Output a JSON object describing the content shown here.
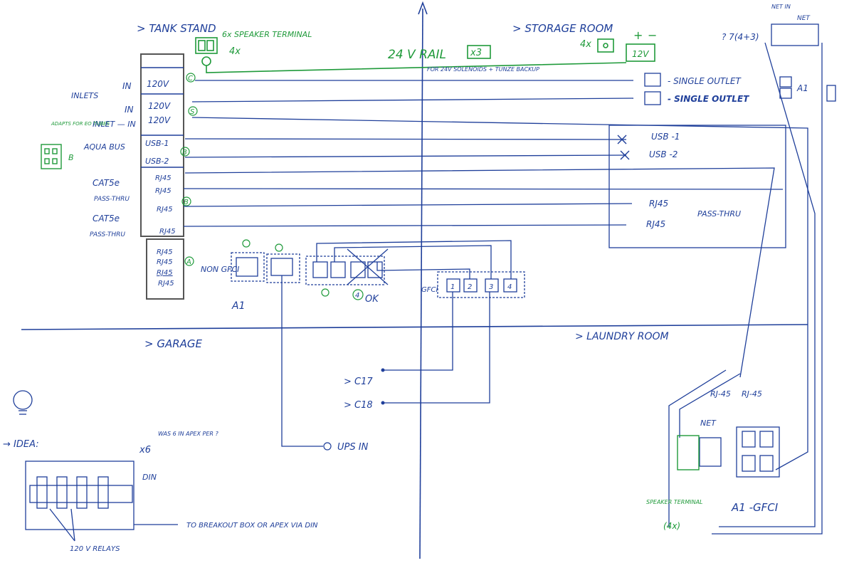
{
  "colors": {
    "ink_blue": "#1f3f9a",
    "ink_green": "#1f9a3a",
    "paper": "#ffffff"
  },
  "sections": {
    "tank_stand": "> TANK   STAND",
    "storage_room": "> STORAGE  ROOM",
    "garage": "> GARAGE",
    "laundry_room": "> LAUNDRY  ROOM"
  },
  "rail": {
    "label": "24 V  RAIL",
    "multiplier": "x3",
    "note": "FOR 24V SOLENOIDS + TUNZE BACKUP",
    "speaker_terminal": "6x SPEAKER TERMINAL",
    "speaker_count": "4x",
    "green_count": "4x",
    "psu_label": "12V",
    "plus": "+",
    "minus": "−"
  },
  "left_labels": {
    "inlets": "INLETS",
    "in_1": "IN",
    "in_2": "IN",
    "inlet_in": "INLET — IN",
    "aqua_bus": "AQUA BUS",
    "cat5e_1": "CAT5e",
    "pass_thru_1": "PASS-THRU",
    "cat5e_2": "CAT5e",
    "pass_thru_2": "PASS-THRU",
    "green_note": "ADAPTS FOR EO TUBES",
    "green_b": "B"
  },
  "panel_ports": [
    "120V",
    "120V",
    "120V",
    "USB-1",
    "USB-2",
    "RJ45",
    "RJ45",
    "RJ45",
    "RJ45"
  ],
  "lower_panel_ports": [
    "RJ45",
    "RJ45",
    "RJ45",
    "RJ45"
  ],
  "circle_marks": {
    "c": "C",
    "s": "S",
    "b": "B",
    "a": "A"
  },
  "outlets": {
    "non_gfci": "NON GFCI",
    "a1": "A1",
    "ok": "OK",
    "gfci": "GFCI",
    "gfci_ports": [
      "1",
      "2",
      "3",
      "4"
    ],
    "four_mark": "4"
  },
  "right_labels": {
    "single_outlet_1": "- SINGLE OUTLET",
    "single_outlet_2": "- SINGLE OUTLET",
    "usb_1": "USB -1",
    "usb_2": "USB -2",
    "rj45_1": "RJ45",
    "rj45_2": "RJ45",
    "pass_thru": "PASS-THRU",
    "net": "NET",
    "net_in": "NET IN",
    "question": "? 7(4+3)",
    "a1": "A1"
  },
  "circuits": {
    "c17": "> C17",
    "c18": "> C18",
    "ups_in": "UPS IN"
  },
  "laundry": {
    "rj45_a": "RJ-45",
    "rj45_b": "RJ-45",
    "net": "NET",
    "a1_gfci": "A1 -GFCI",
    "speaker_terminal": "SPEAKER TERMINAL",
    "speaker_count": "(4x)"
  },
  "idea": {
    "label": "→ IDEA:",
    "times": "x6",
    "question": "WAS 6 IN APEX PER ?",
    "din": "DIN",
    "breakout": "TO BREAKOUT BOX OR APEX VIA DIN",
    "relays": "120 V RELAYS"
  }
}
